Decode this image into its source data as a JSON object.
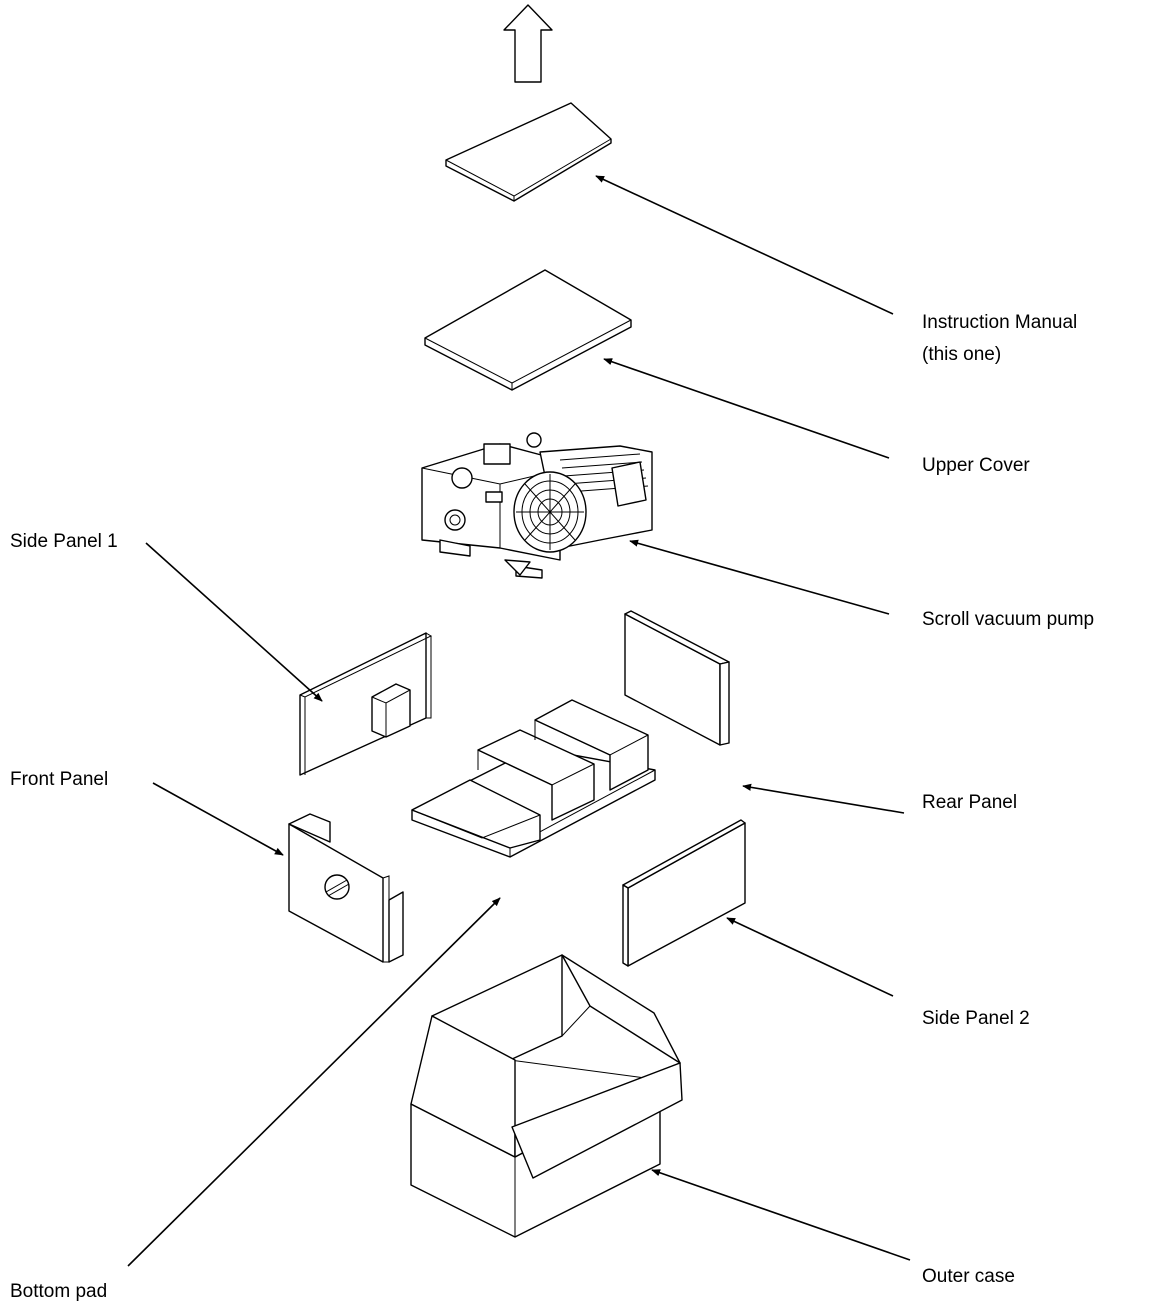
{
  "labels": {
    "instruction_manual_line1": "Instruction Manual",
    "instruction_manual_line2": "(this one)",
    "upper_cover": "Upper Cover",
    "scroll_vacuum_pump": "Scroll vacuum pump",
    "side_panel_1": "Side Panel 1",
    "rear_panel": "Rear Panel",
    "front_panel": "Front Panel",
    "side_panel_2": "Side Panel 2",
    "bottom_pad": "Bottom pad",
    "outer_case": "Outer case"
  }
}
